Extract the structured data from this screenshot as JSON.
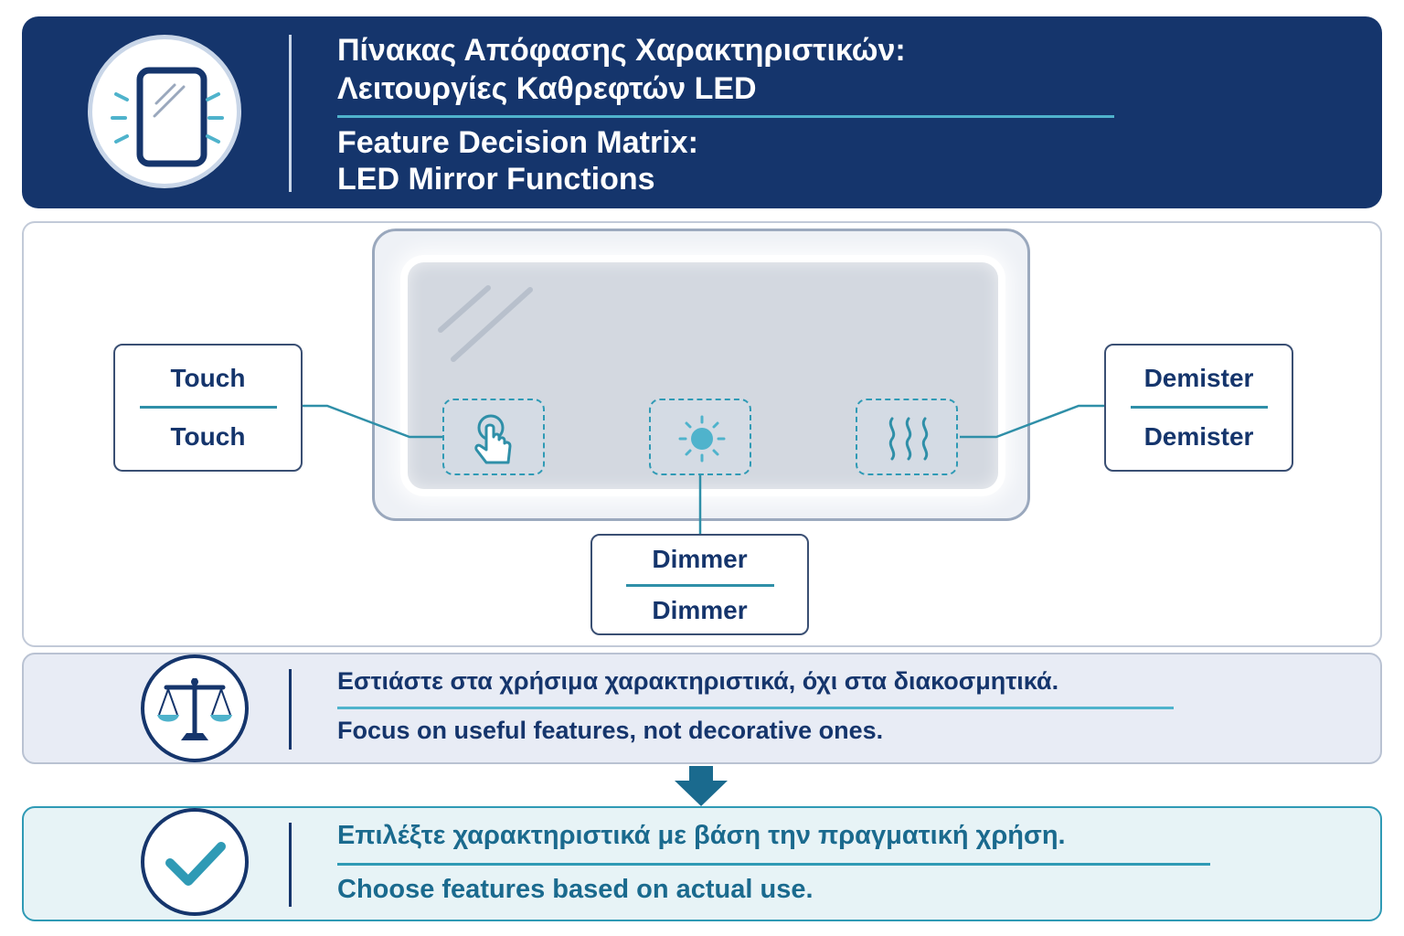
{
  "header": {
    "title_gr_line1": "Πίνακας Απόφασης Χαρακτηριστικών:",
    "title_gr_line2": "Λειτουργίες Καθρεφτών LED",
    "title_en_line1": "Feature Decision Matrix:",
    "title_en_line2": "LED Mirror Functions",
    "icon": "mirror-icon"
  },
  "features": {
    "touch": {
      "label_top": "Touch",
      "label_bottom": "Touch",
      "icon": "touch-hand-icon"
    },
    "dimmer": {
      "label_top": "Dimmer",
      "label_bottom": "Dimmer",
      "icon": "sun-brightness-icon"
    },
    "demister": {
      "label_top": "Demister",
      "label_bottom": "Demister",
      "icon": "steam-heat-icon"
    }
  },
  "focus": {
    "text_gr": "Εστιάστε στα χρήσιμα χαρακτηριστικά, όχι στα διακοσμητικά.",
    "text_en": "Focus on useful features, not decorative ones.",
    "icon": "balance-scale-icon"
  },
  "choose": {
    "text_gr": "Επιλέξτε χαρακτηριστικά με βάση την πραγματική χρήση.",
    "text_en": "Choose features based on actual use.",
    "icon": "checkmark-icon"
  },
  "colors": {
    "navy": "#15356c",
    "teal": "#2f9ab5",
    "light_teal": "#4fb3cc",
    "panel_gray": "#e8ecf5"
  }
}
